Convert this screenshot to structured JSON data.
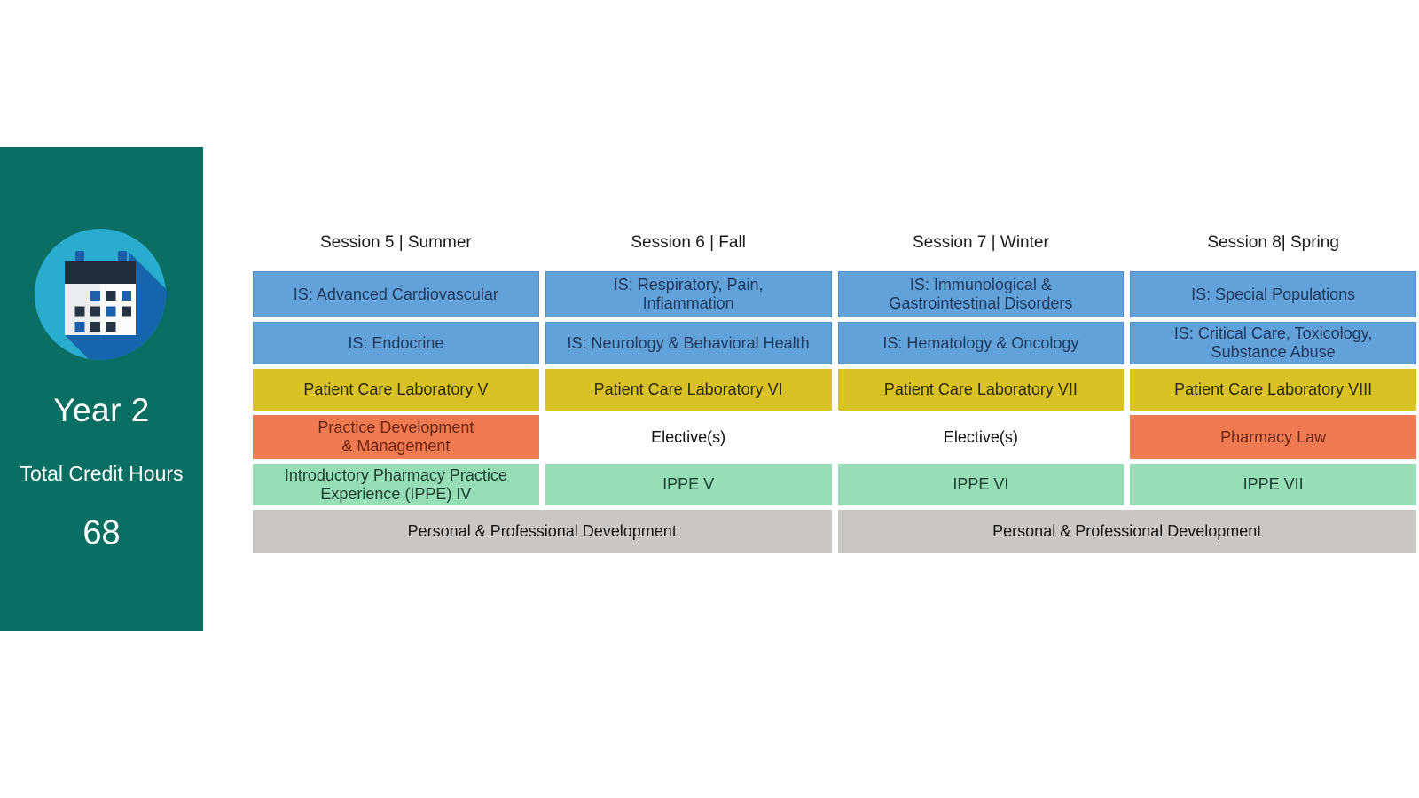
{
  "sidebar": {
    "year_label": "Year 2",
    "credit_hours_label": "Total Credit Hours",
    "credit_hours_value": "68",
    "icon": "calendar-icon",
    "colors": {
      "background": "#0A6E63",
      "icon_circle": "#2AACCE",
      "icon_shadow": "#1565AD",
      "icon_calendar_header": "#202C3A",
      "icon_calendar_body": "#F4F4F4",
      "icon_square_blue": "#1E5FA9",
      "icon_square_dark": "#263243"
    }
  },
  "schedule": {
    "headers": [
      "Session 5 | Summer",
      "Session 6 | Fall",
      "Session 7 | Winter",
      "Session 8| Spring"
    ],
    "rows": [
      {
        "cells": [
          {
            "text": "IS: Advanced Cardiovascular",
            "type": "integrated-science"
          },
          {
            "text": "IS: Respiratory, Pain,\nInflammation",
            "type": "integrated-science"
          },
          {
            "text": "IS: Immunological &\nGastrointestinal Disorders",
            "type": "integrated-science"
          },
          {
            "text": "IS: Special Populations",
            "type": "integrated-science"
          }
        ]
      },
      {
        "cells": [
          {
            "text": "IS: Endocrine",
            "type": "integrated-science"
          },
          {
            "text": "IS: Neurology & Behavioral Health",
            "type": "integrated-science"
          },
          {
            "text": "IS: Hematology & Oncology",
            "type": "integrated-science"
          },
          {
            "text": "IS: Critical Care, Toxicology,\nSubstance Abuse",
            "type": "integrated-science"
          }
        ]
      },
      {
        "cells": [
          {
            "text": "Patient Care Laboratory V",
            "type": "lab"
          },
          {
            "text": "Patient Care Laboratory VI",
            "type": "lab"
          },
          {
            "text": "Patient Care Laboratory VII",
            "type": "lab"
          },
          {
            "text": "Patient Care Laboratory VIII",
            "type": "lab"
          }
        ]
      },
      {
        "cells": [
          {
            "text": "Practice Development\n& Management",
            "type": "practice-management"
          },
          {
            "text": "Elective(s)",
            "type": "elective"
          },
          {
            "text": "Elective(s)",
            "type": "elective"
          },
          {
            "text": "Pharmacy Law",
            "type": "practice-management"
          }
        ]
      },
      {
        "cells": [
          {
            "text": "Introductory Pharmacy Practice\nExperience (IPPE) IV",
            "type": "ippe"
          },
          {
            "text": "IPPE V",
            "type": "ippe"
          },
          {
            "text": "IPPE VI",
            "type": "ippe"
          },
          {
            "text": "IPPE VII",
            "type": "ippe"
          }
        ]
      },
      {
        "cells": [
          {
            "text": "Personal & Professional Development",
            "type": "personal-professional-development",
            "span": 2
          },
          {
            "text": "Personal & Professional Development",
            "type": "personal-professional-development",
            "span": 2
          }
        ]
      }
    ],
    "category_colors": {
      "integrated_science": "#63A2D9",
      "patient_care_lab": "#D9C226",
      "practice_management": "#EE7B51",
      "elective": "#FFFFFF",
      "ippe": "#97DEB8",
      "personal_professional_development": "#C9C8C6"
    }
  }
}
